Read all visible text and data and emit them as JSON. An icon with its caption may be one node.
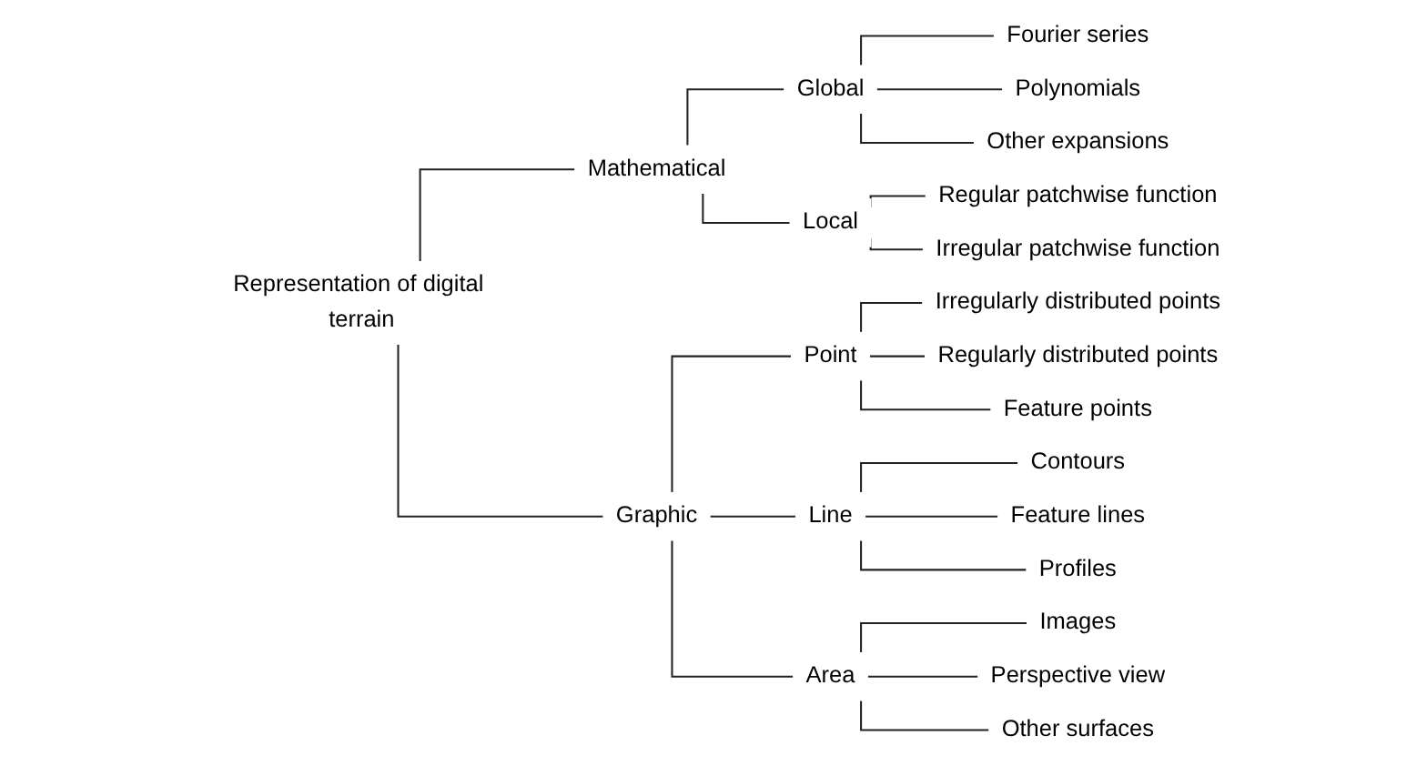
{
  "diagram": {
    "nodes": [
      {
        "text": [
          "Representation of digital terrain"
        ]
      },
      {
        "text": [
          "Mathematical"
        ]
      },
      {
        "text": [
          "Global"
        ]
      },
      {
        "text": [
          "Fourier series"
        ]
      },
      {
        "text": [
          "Polynomials"
        ]
      },
      {
        "text": [
          "Other expansions"
        ]
      },
      {
        "text": [
          "Local"
        ]
      },
      {
        "text": [
          "Regular patchwise function"
        ]
      },
      {
        "text": [
          "Irregular patchwise function"
        ]
      },
      {
        "text": [
          "Graphic"
        ]
      },
      {
        "text": [
          "Point"
        ]
      },
      {
        "text": [
          "Irregularly distributed points"
        ]
      },
      {
        "text": [
          "Regularly distributed points"
        ]
      },
      {
        "text": [
          "Feature points"
        ]
      },
      {
        "text": [
          "Line"
        ]
      },
      {
        "text": [
          "Contours"
        ]
      },
      {
        "text": [
          "Feature lines"
        ]
      },
      {
        "text": [
          "Profiles"
        ]
      },
      {
        "text": [
          "Area"
        ]
      },
      {
        "text": [
          "Images"
        ]
      },
      {
        "text": [
          "Perspective view"
        ]
      },
      {
        "text": [
          "Other surfaces"
        ]
      }
    ],
    "edges": [
      {
        "from": 0,
        "to": 1,
        "arrow": "none"
      },
      {
        "from": 0,
        "to": 9,
        "arrow": "none"
      },
      {
        "from": 1,
        "to": 2,
        "arrow": "none"
      },
      {
        "from": 1,
        "to": 6,
        "arrow": "none"
      },
      {
        "from": 2,
        "to": 3,
        "arrow": "none"
      },
      {
        "from": 2,
        "to": 4,
        "arrow": "none"
      },
      {
        "from": 2,
        "to": 5,
        "arrow": "none"
      },
      {
        "from": 6,
        "to": 7,
        "arrow": "none"
      },
      {
        "from": 6,
        "to": 8,
        "arrow": "none"
      },
      {
        "from": 9,
        "to": 10,
        "arrow": "none"
      },
      {
        "from": 9,
        "to": 14,
        "arrow": "none"
      },
      {
        "from": 9,
        "to": 18,
        "arrow": "none"
      },
      {
        "from": 10,
        "to": 11,
        "arrow": "none"
      },
      {
        "from": 10,
        "to": 12,
        "arrow": "none"
      },
      {
        "from": 10,
        "to": 13,
        "arrow": "none"
      },
      {
        "from": 14,
        "to": 15,
        "arrow": "none"
      },
      {
        "from": 14,
        "to": 16,
        "arrow": "none"
      },
      {
        "from": 14,
        "to": 17,
        "arrow": "none"
      },
      {
        "from": 18,
        "to": 19,
        "arrow": "none"
      },
      {
        "from": 18,
        "to": 20,
        "arrow": "none"
      },
      {
        "from": 18,
        "to": 21,
        "arrow": "none"
      }
    ]
  }
}
